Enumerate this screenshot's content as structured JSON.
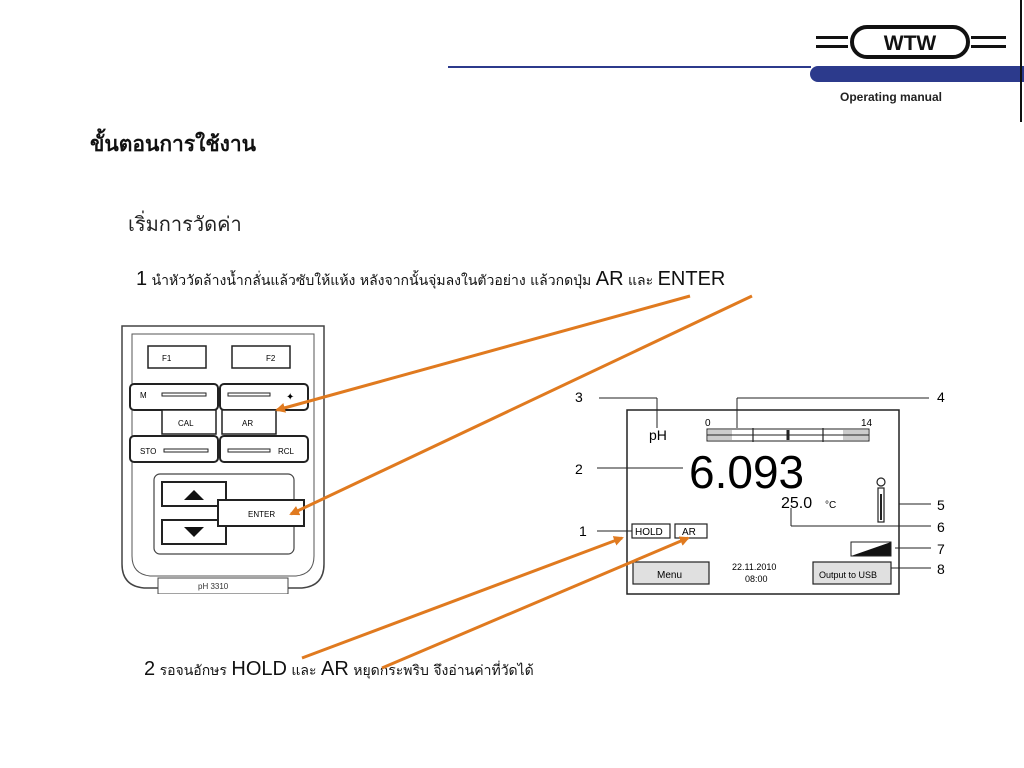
{
  "header": {
    "logo_text": "WTW",
    "manual_label": "Operating manual"
  },
  "title": "ขั้นตอนการใช้งาน",
  "subtitle": "เริ่มการวัดค่า",
  "step1": {
    "number": "1",
    "text": "นำหัววัดล้างน้ำกลั่นแล้วซับให้แห้ง หลังจากนั้นจุ่มลงในตัวอย่าง แล้วกดปุ่ม",
    "key1": "AR",
    "conj": "และ",
    "key2": "ENTER"
  },
  "step2": {
    "number": "2",
    "text1": "รอจนอักษร",
    "key1": "HOLD",
    "conj": "และ",
    "key2": "AR",
    "text2": "หยุดกระพริบ จึงอ่านค่าที่วัดได้"
  },
  "keypad": {
    "f1": "F1",
    "f2": "F2",
    "m": "M",
    "cal": "CAL",
    "ar": "AR",
    "sto": "STO",
    "rcl": "RCL",
    "enter": "ENTER",
    "model": "pH 3310"
  },
  "display": {
    "unit": "pH",
    "scale_min": "0",
    "scale_max": "14",
    "value": "6.093",
    "temperature": "25.0",
    "temp_unit": "°C",
    "hold": "HOLD",
    "ar": "AR",
    "menu": "Menu",
    "date": "22.11.2010",
    "time": "08:00",
    "usb": "Output to USB",
    "callouts": [
      "1",
      "2",
      "3",
      "4",
      "5",
      "6",
      "7",
      "8"
    ]
  },
  "colors": {
    "accent_blue": "#2c3a8c",
    "arrow_orange": "#e07a1f"
  }
}
